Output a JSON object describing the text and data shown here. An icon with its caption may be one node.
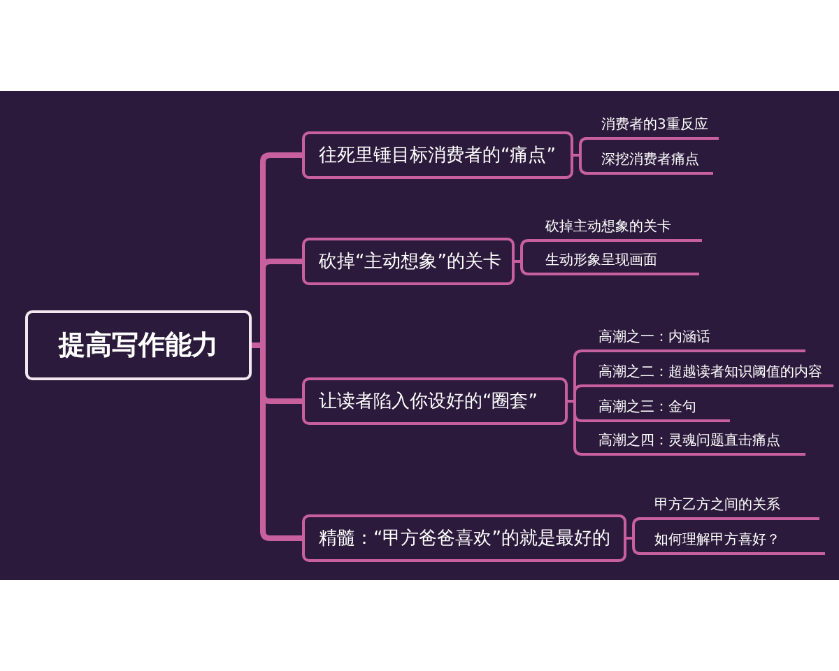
{
  "diagram": {
    "nodes": [
      {
        "text": [
          "提高写作能力"
        ]
      },
      {
        "text": [
          "往死里锤目标消费者的“痛点”"
        ]
      },
      {
        "text": [
          "消费者的3重反应"
        ]
      },
      {
        "text": [
          "深挖消费者痛点"
        ]
      },
      {
        "text": [
          "砍掉“主动想象”的关卡"
        ]
      },
      {
        "text": [
          "砍掉主动想象的关卡"
        ]
      },
      {
        "text": [
          "生动形象呈现画面"
        ]
      },
      {
        "text": [
          "让读者陷入你设好的“圈套”"
        ]
      },
      {
        "text": [
          "高潮之一：内涵话"
        ]
      },
      {
        "text": [
          "高潮之二：超越读者知识阈值的内容"
        ]
      },
      {
        "text": [
          "高潮之三：金句"
        ]
      },
      {
        "text": [
          "高潮之四：灵魂问题直击痛点"
        ]
      },
      {
        "text": [
          "精髓：“甲方爸爸喜欢”的就是最好的"
        ]
      },
      {
        "text": [
          "甲方乙方之间的关系"
        ]
      },
      {
        "text": [
          "如何理解甲方喜好？"
        ]
      }
    ],
    "edges": [
      {
        "from": 0,
        "to": 1,
        "arrow": "none",
        "style": "thick"
      },
      {
        "from": 0,
        "to": 4,
        "arrow": "none",
        "style": "thick"
      },
      {
        "from": 0,
        "to": 7,
        "arrow": "none",
        "style": "thick"
      },
      {
        "from": 0,
        "to": 12,
        "arrow": "none",
        "style": "thick"
      },
      {
        "from": 1,
        "to": 2,
        "arrow": "none"
      },
      {
        "from": 1,
        "to": 3,
        "arrow": "none"
      },
      {
        "from": 4,
        "to": 5,
        "arrow": "none"
      },
      {
        "from": 4,
        "to": 6,
        "arrow": "none"
      },
      {
        "from": 7,
        "to": 8,
        "arrow": "none"
      },
      {
        "from": 7,
        "to": 9,
        "arrow": "none"
      },
      {
        "from": 7,
        "to": 10,
        "arrow": "none"
      },
      {
        "from": 7,
        "to": 11,
        "arrow": "none"
      },
      {
        "from": 12,
        "to": 13,
        "arrow": "none"
      },
      {
        "from": 12,
        "to": 14,
        "arrow": "none"
      }
    ]
  }
}
